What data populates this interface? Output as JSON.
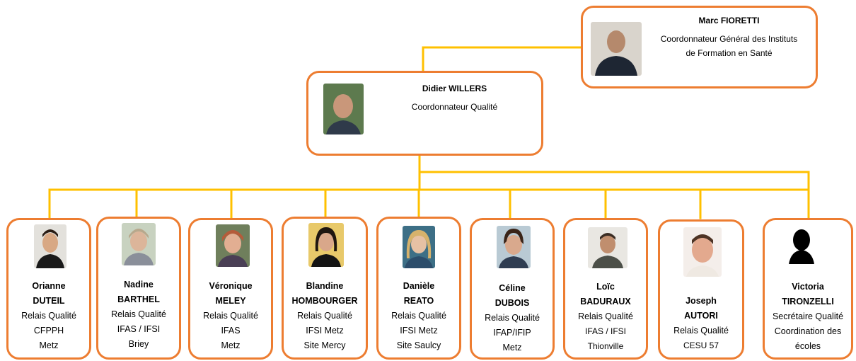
{
  "director": {
    "name": "Marc FIORETTI",
    "role_line1": "Coordonnateur Général des Instituts",
    "role_line2": "de Formation en Santé"
  },
  "coordinator": {
    "name": "Didier WILLERS",
    "role": "Coordonnateur Qualité"
  },
  "members": [
    {
      "first": "Orianne",
      "last": "DUTEIL",
      "role": "Relais Qualité",
      "line1": "CFPPH",
      "line2": "Metz"
    },
    {
      "first": "Nadine",
      "last": "BARTHEL",
      "role": "Relais Qualité",
      "line1": "IFAS / IFSI",
      "line2": "Briey"
    },
    {
      "first": "Véronique",
      "last": "MELEY",
      "role": "Relais Qualité",
      "line1": "IFAS",
      "line2": "Metz"
    },
    {
      "first": "Blandine",
      "last": "HOMBOURGER",
      "role": "Relais Qualité",
      "line1": "IFSI Metz",
      "line2": "Site Mercy"
    },
    {
      "first": "Danièle",
      "last": "REATO",
      "role": "Relais Qualité",
      "line1": "IFSI Metz",
      "line2": "Site Saulcy"
    },
    {
      "first": "Céline",
      "last": "DUBOIS",
      "role": "Relais Qualité",
      "line1": "IFAP/IFIP",
      "line2": "Metz"
    },
    {
      "first": "Loïc",
      "last": "BADURAUX",
      "role": "Relais Qualité",
      "line1": "IFAS / IFSI",
      "line2": "Thionville"
    },
    {
      "first": "Joseph",
      "last": "AUTORI",
      "role": "Relais Qualité",
      "line1": "CESU 57",
      "line2": ""
    },
    {
      "first": "Victoria",
      "last": "TIRONZELLI",
      "role": "Secrétaire Qualité",
      "line1": "Coordination des",
      "line2": "écoles"
    }
  ],
  "colors": {
    "box_border": "#ED7D31",
    "connector": "#FFC000"
  }
}
